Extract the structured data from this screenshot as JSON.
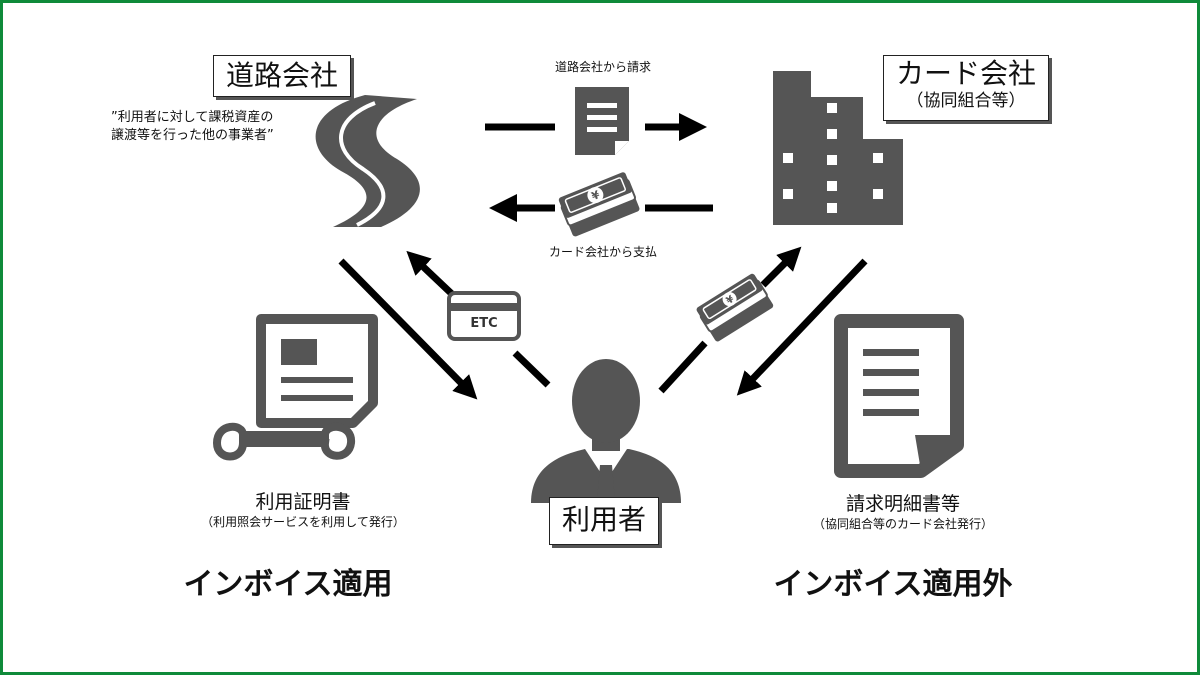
{
  "road_company": {
    "label": "道路会社",
    "quote_line1": "”利用者に対して課税資産の",
    "quote_line2": "譲渡等を行った他の事業者”"
  },
  "card_company": {
    "label": "カード会社",
    "sublabel": "（協同組合等）"
  },
  "user": {
    "label": "利用者"
  },
  "flows": {
    "billing": "道路会社から請求",
    "payment": "カード会社から支払",
    "etc_card": "ETC"
  },
  "left_document": {
    "title": "利用証明書",
    "subtitle": "（利用照会サービスを利用して発行）"
  },
  "right_document": {
    "title": "請求明細書等",
    "subtitle": "（協同組合等のカード会社発行）"
  },
  "headlines": {
    "left": "インボイス適用",
    "right": "インボイス適用外"
  },
  "colors": {
    "icon_gray": "#555555",
    "frame_green": "#0f8a3a",
    "arrow_black": "#000000"
  },
  "icons": [
    "road-icon",
    "building-icon",
    "invoice-icon",
    "cash-stack-icon",
    "etc-card-icon",
    "user-person-icon",
    "certificate-scroll-icon",
    "statement-document-icon"
  ]
}
